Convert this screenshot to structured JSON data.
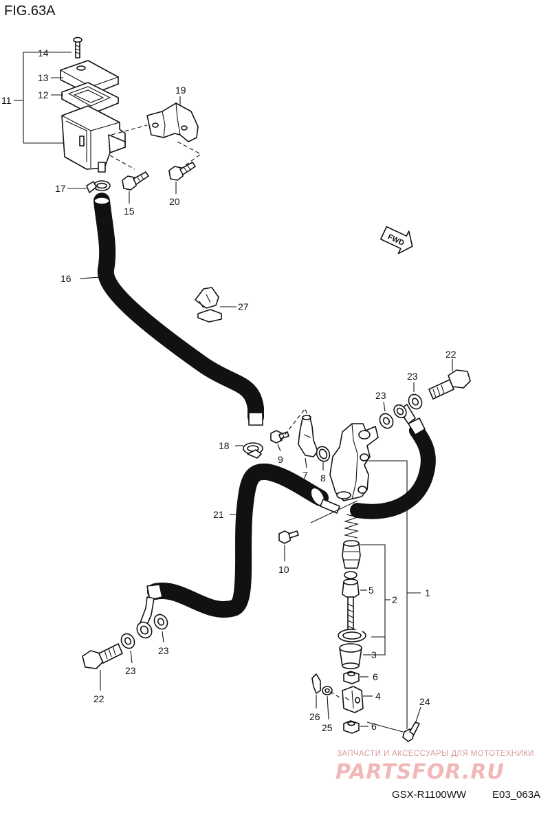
{
  "figure": {
    "title": "FIG.63A",
    "model_code": "GSX-R1100WW",
    "diagram_code": "E03_063A"
  },
  "watermark": {
    "tagline": "ЗАПЧАСТИ И АКСЕССУАРЫ ДЛЯ МОТОТЕХНИКИ",
    "logo": "PARTSFOR.RU",
    "color": "#f2b8b8"
  },
  "fwd_label": "FWD",
  "callouts": {
    "c1": "1",
    "c2": "2",
    "c3": "3",
    "c4": "4",
    "c5": "5",
    "c6a": "6",
    "c6b": "6",
    "c7": "7",
    "c8": "8",
    "c9": "9",
    "c10": "10",
    "c11": "11",
    "c12": "12",
    "c13": "13",
    "c14": "14",
    "c15": "15",
    "c16": "16",
    "c17": "17",
    "c18": "18",
    "c19": "19",
    "c20": "20",
    "c21": "21",
    "c22a": "22",
    "c22b": "22",
    "c23a": "23",
    "c23b": "23",
    "c23c": "23",
    "c23d": "23",
    "c24": "24",
    "c25": "25",
    "c26": "26",
    "c27": "27"
  }
}
